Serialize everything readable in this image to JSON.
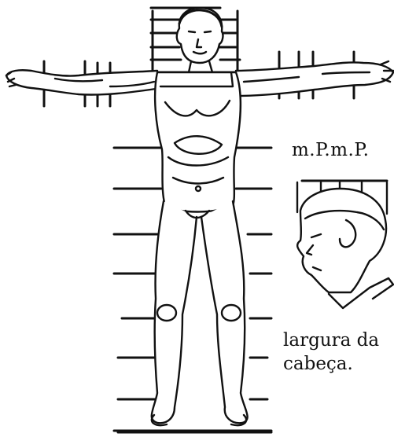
{
  "figure": {
    "head_label": "m.P.m.P.",
    "caption_line_1": "largura da",
    "caption_line_2": "cabeça.",
    "ink_color": "#111111",
    "paper_color": "#ffffff"
  }
}
